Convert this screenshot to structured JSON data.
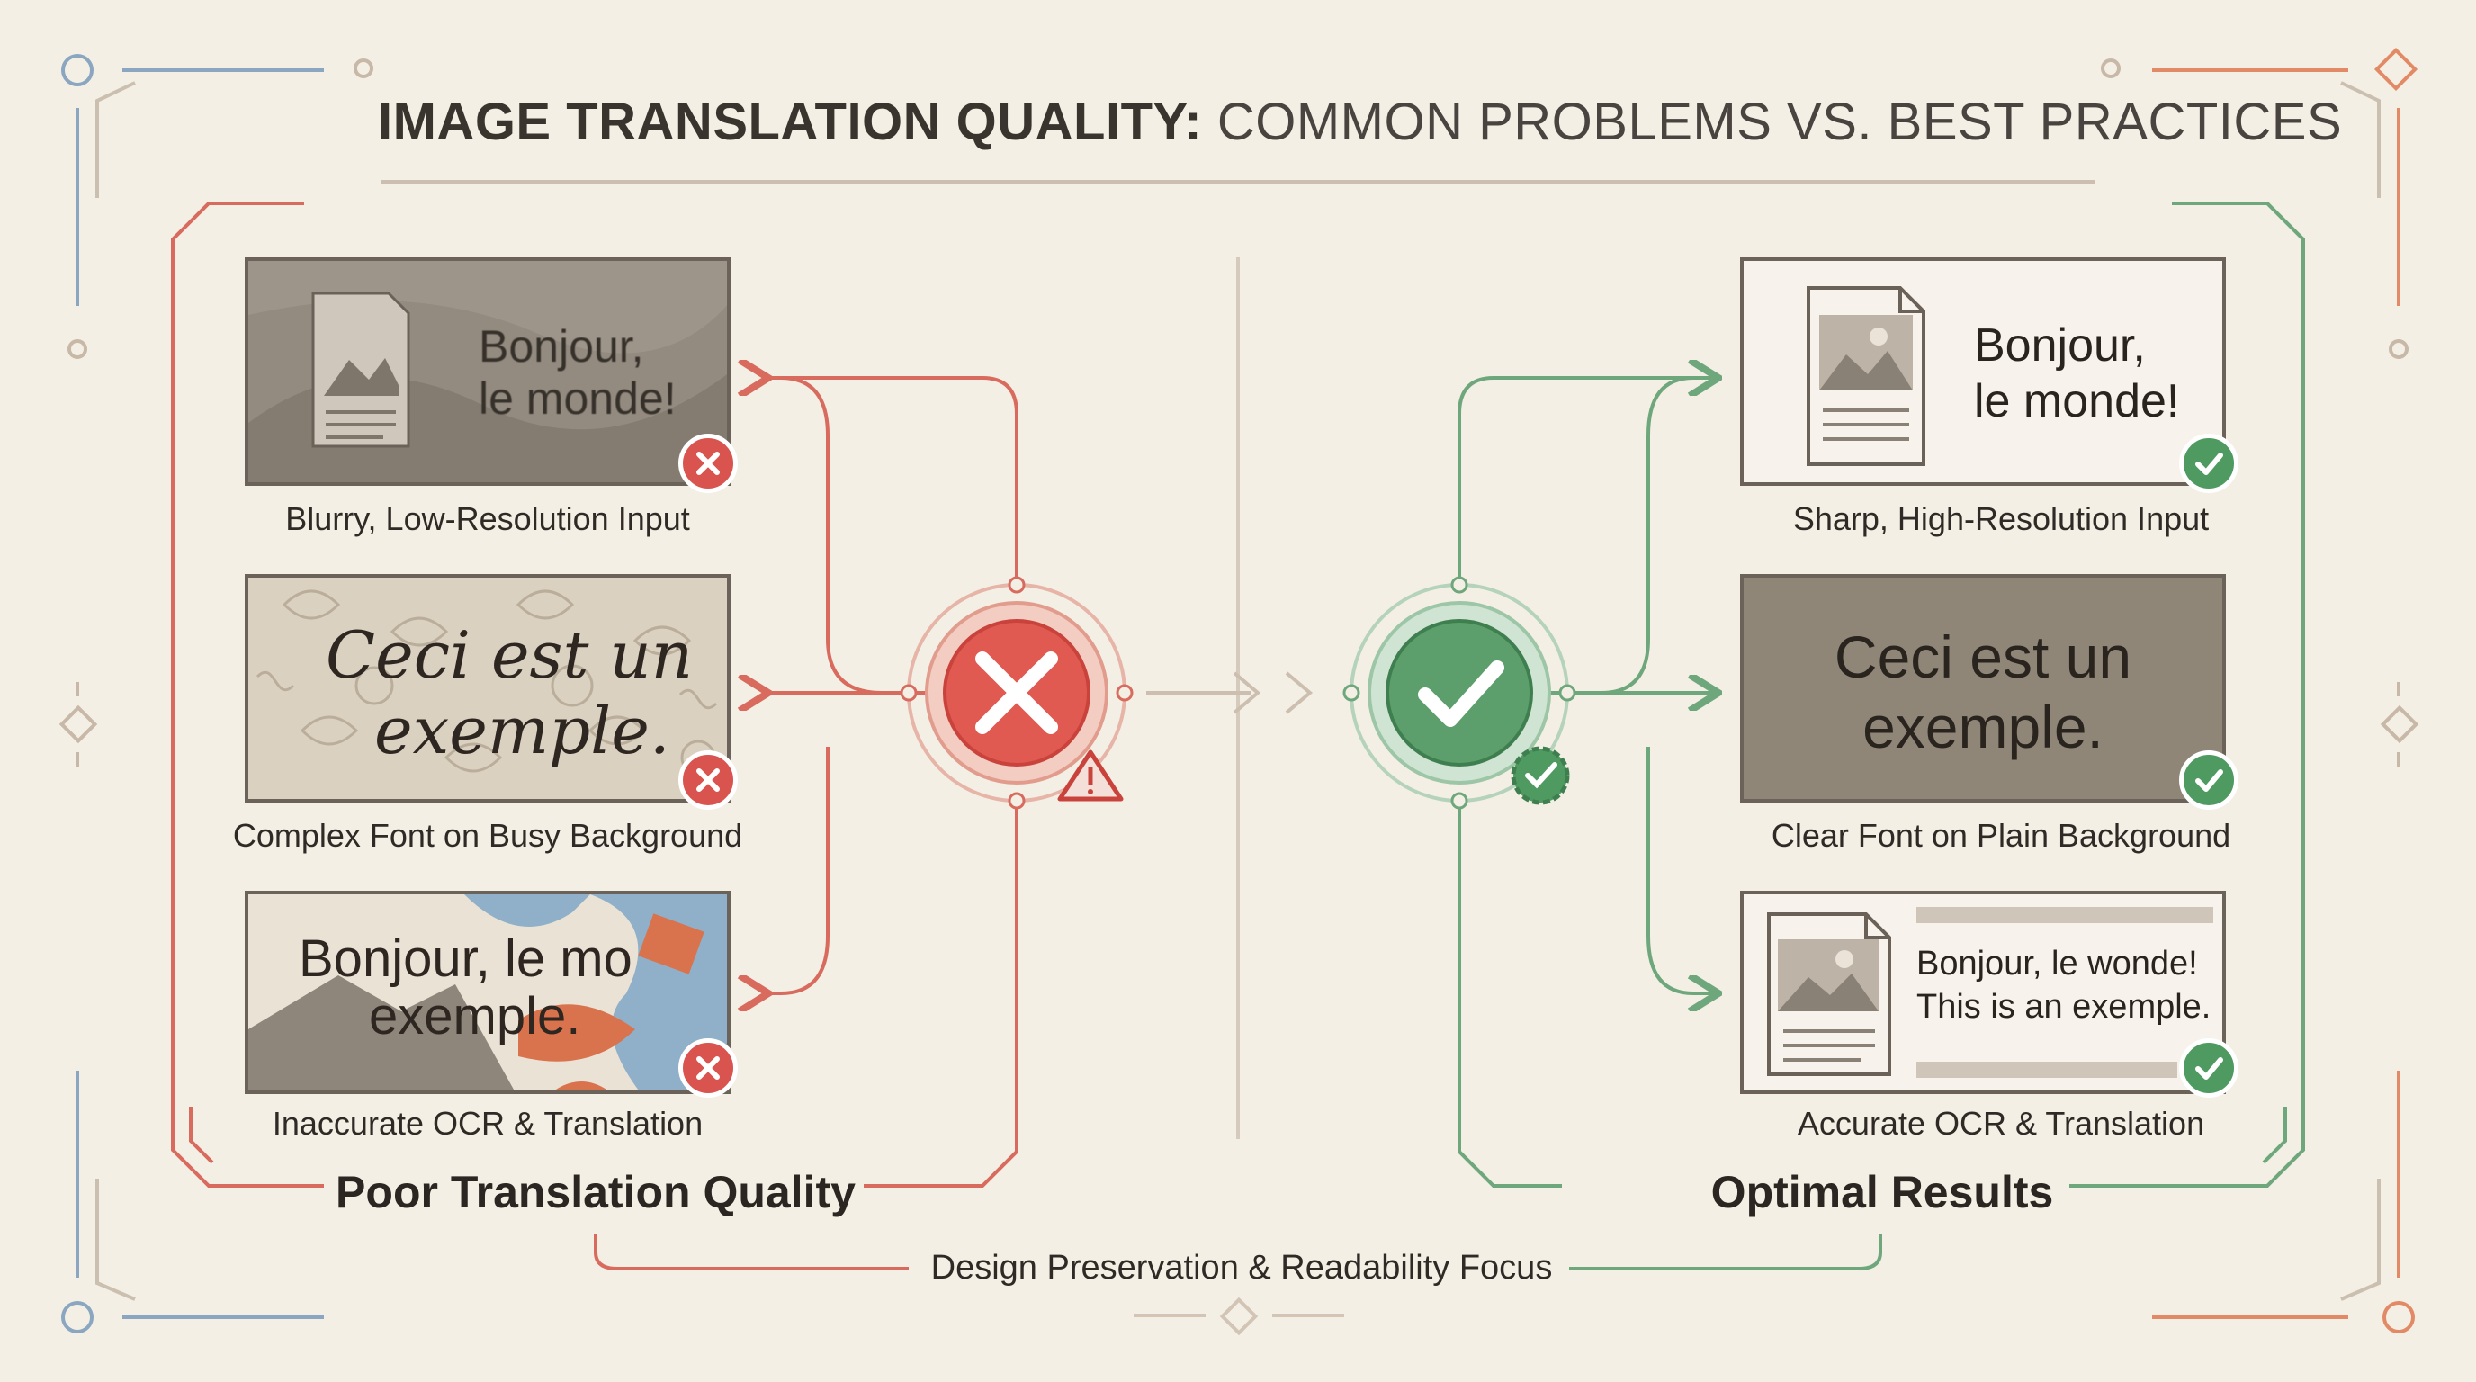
{
  "title": {
    "strong": "IMAGE TRANSLATION QUALITY:",
    "light": "COMMON PROBLEMS VS. BEST PRACTICES"
  },
  "problems": {
    "heading": "Poor Translation Quality",
    "items": [
      {
        "caption": "Blurry, Low-Resolution Input",
        "text_line1": "Bonjour,",
        "text_line2": "le monde!"
      },
      {
        "caption": "Complex Font on Busy Background",
        "text_line1": "Ceci est un",
        "text_line2": "exemple."
      },
      {
        "caption": "Inaccurate OCR & Translation",
        "text_line1": "Bonjour, le mo",
        "text_line2": "exemple."
      }
    ]
  },
  "practices": {
    "heading": "Optimal Results",
    "items": [
      {
        "caption": "Sharp, High-Resolution Input",
        "text_line1": "Bonjour,",
        "text_line2": "le monde!"
      },
      {
        "caption": "Clear Font on Plain Background",
        "text_line1": "Ceci est un",
        "text_line2": "exemple."
      },
      {
        "caption": "Accurate OCR & Translation",
        "text_line1": "Bonjour, le wonde!",
        "text_line2": "This is an exemple."
      }
    ]
  },
  "footer": {
    "label": "Design Preservation & Readability Focus"
  },
  "colors": {
    "problem_accent": "#d9594f",
    "practice_accent": "#5c9e6c",
    "warning": "#d9534f",
    "background": "#f4efe4"
  },
  "icons": {
    "problem_hub": "x-circle-icon",
    "problem_warning": "warning-triangle-icon",
    "practice_hub": "check-circle-icon",
    "practice_seal": "verified-badge-icon",
    "item_bad": "x-badge-icon",
    "item_good": "check-badge-icon",
    "document": "image-document-icon"
  }
}
